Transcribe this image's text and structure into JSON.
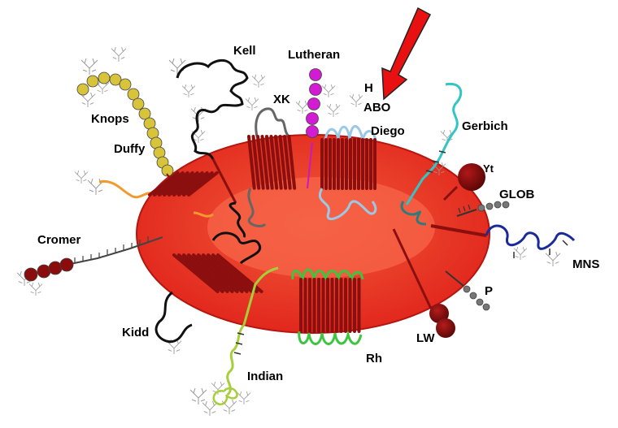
{
  "labels": {
    "kell": "Kell",
    "lutheran": "Lutheran",
    "h": "H",
    "abo": "ABO",
    "xk": "XK",
    "diego": "Diego",
    "knops": "Knops",
    "duffy": "Duffy",
    "gerbich": "Gerbich",
    "yt": "Yt",
    "glob": "GLOB",
    "cromer": "Cromer",
    "mns": "MNS",
    "p": "P",
    "kidd": "Kidd",
    "lw": "LW",
    "rh": "Rh",
    "indian": "Indian"
  },
  "colors": {
    "cell_outer": "#e8291c",
    "cell_inner": "#f7654a",
    "membrane_helix": "#8b0f0f",
    "arrow": "#e81010",
    "kell_chain": "#000000",
    "xk_chain": "#666666",
    "lutheran_beads": "#d21bd2",
    "diego_chain": "#9cc8e8",
    "knops_beads": "#d8c43a",
    "duffy_chain": "#f29a2e",
    "gerbich_chain": "#33c4c4",
    "yt_disc": "#7a0c0c",
    "glob_beads": "#777777",
    "cromer_beads": "#8a0c0c",
    "mns_chain": "#1a2a9a",
    "rh_chain": "#3ec43e",
    "indian_chain": "#a6cf3a",
    "lw_disc": "#7a0c0c"
  },
  "icons": [
    "red-arrow-icon",
    "glycan-tree-icon"
  ]
}
